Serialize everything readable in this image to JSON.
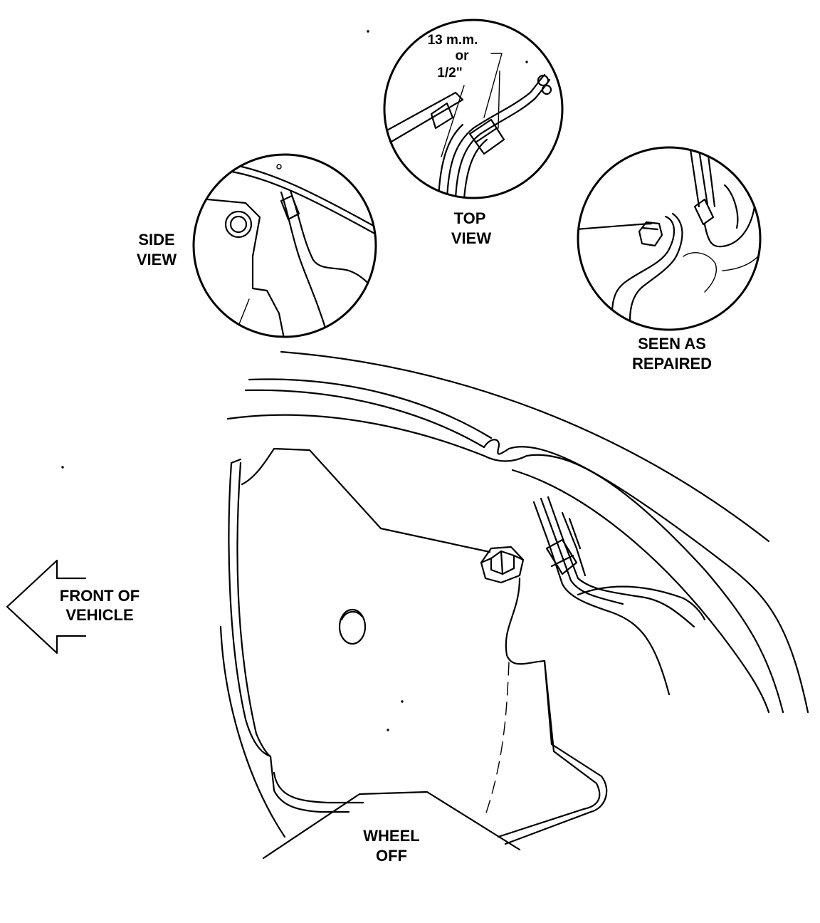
{
  "labels": {
    "measurement_line1": "13 m.m.",
    "measurement_line2": "or",
    "measurement_line3": "1/2\"",
    "top_view_line1": "TOP",
    "top_view_line2": "VIEW",
    "side_view_line1": "SIDE",
    "side_view_line2": "VIEW",
    "repaired_line1": "SEEN AS",
    "repaired_line2": "REPAIRED",
    "front_line1": "FRONT OF",
    "front_line2": "VEHICLE",
    "wheel_line1": "WHEEL",
    "wheel_line2": "OFF"
  }
}
